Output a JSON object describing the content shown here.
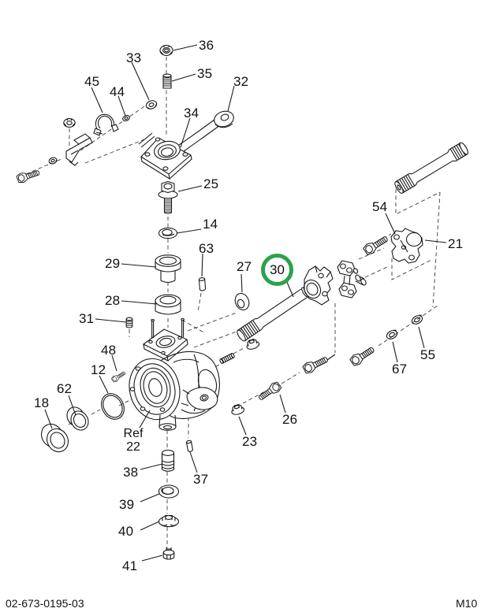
{
  "diagram": {
    "figure_code": "02-673-0195-03",
    "page_code": "M10",
    "ref_prefix": "Ref",
    "ref_number": "22",
    "highlight": {
      "label": "30",
      "color": "#2BA24C"
    }
  },
  "callouts": [
    {
      "label": "36"
    },
    {
      "label": "33"
    },
    {
      "label": "45"
    },
    {
      "label": "44"
    },
    {
      "label": "35"
    },
    {
      "label": "34"
    },
    {
      "label": "32"
    },
    {
      "label": "25"
    },
    {
      "label": "14"
    },
    {
      "label": "63"
    },
    {
      "label": "29"
    },
    {
      "label": "28"
    },
    {
      "label": "31"
    },
    {
      "label": "48"
    },
    {
      "label": "12"
    },
    {
      "label": "62"
    },
    {
      "label": "18"
    },
    {
      "label": "27"
    },
    {
      "label": "54"
    },
    {
      "label": "21"
    },
    {
      "label": "55"
    },
    {
      "label": "67"
    },
    {
      "label": "26"
    },
    {
      "label": "23"
    },
    {
      "label": "38"
    },
    {
      "label": "37"
    },
    {
      "label": "39"
    },
    {
      "label": "40"
    },
    {
      "label": "41"
    }
  ]
}
